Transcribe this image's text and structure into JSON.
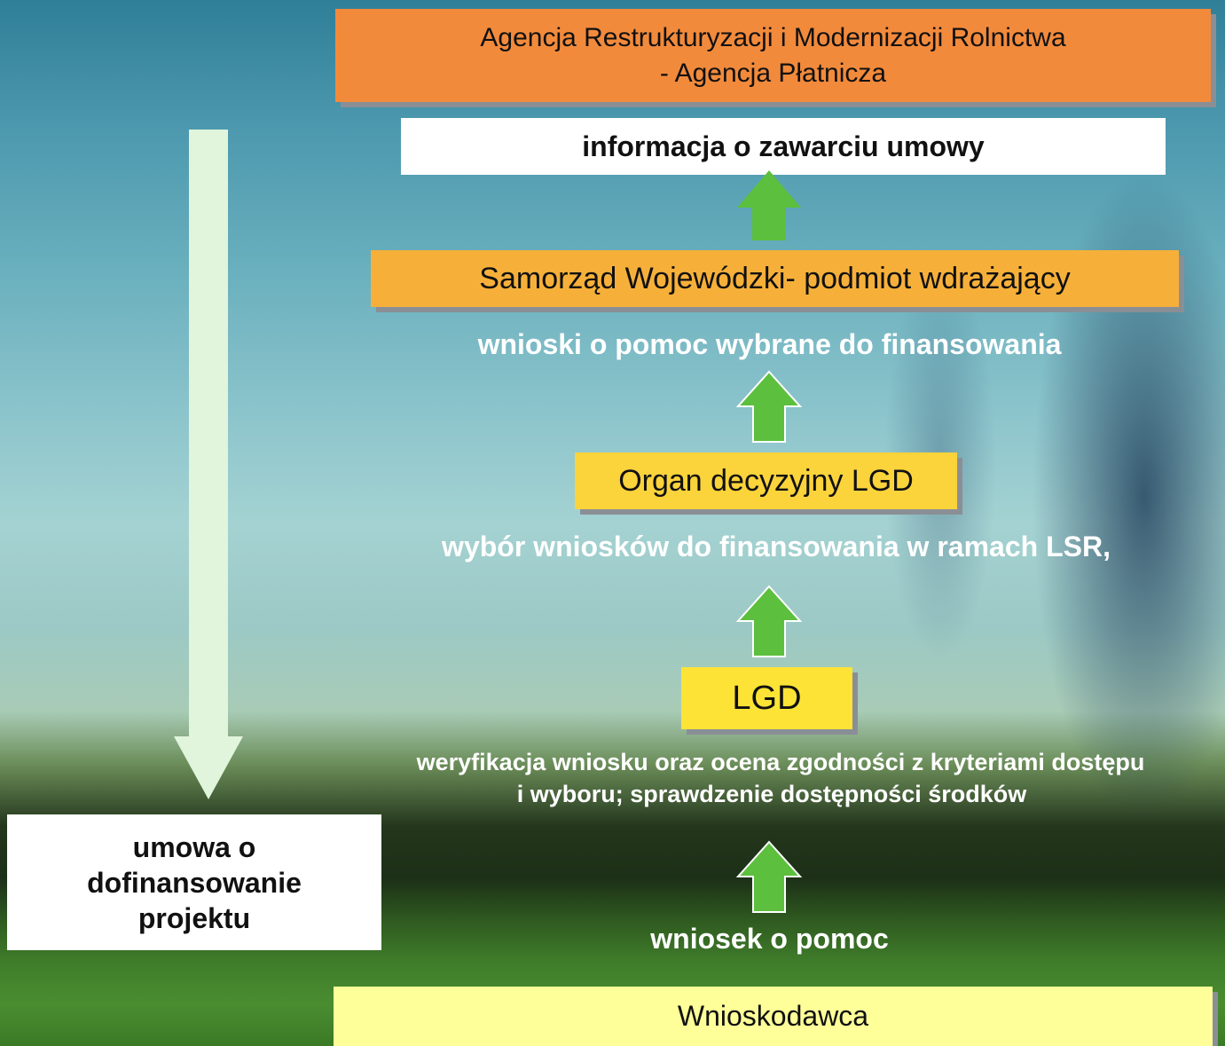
{
  "boxes": {
    "arimr": "Agencja Restrukturyzacji i Modernizacji Rolnictwa\n- Agencja Płatnicza",
    "info_umowa": "informacja o zawarciu umowy",
    "samorzad": "Samorząd Wojewódzki- podmiot wdrażający",
    "organ": "Organ decyzyjny LGD",
    "lgd": "LGD",
    "wnioskodawca": "Wnioskodawca",
    "umowa": "umowa o\ndofinansowanie\nprojektu"
  },
  "labels": {
    "wybrane": "wnioski o pomoc wybrane do finansowania",
    "wybor": "wybór wniosków do finansowania w ramach LSR,",
    "weryfikacja_1": "weryfikacja wniosku oraz ocena zgodności z kryteriami dostępu",
    "weryfikacja_2": "i wyboru; sprawdzenie dostępności środków",
    "wniosek": "wniosek o pomoc"
  },
  "colors": {
    "arimr": "#f28a3c",
    "samorzad": "#f6b03a",
    "organ": "#fbd33b",
    "lgd": "#fce336",
    "wnioskodawca": "#ffff99",
    "arrow_up": "#5cbf3e",
    "arrow_down": "#e1f4dc"
  }
}
